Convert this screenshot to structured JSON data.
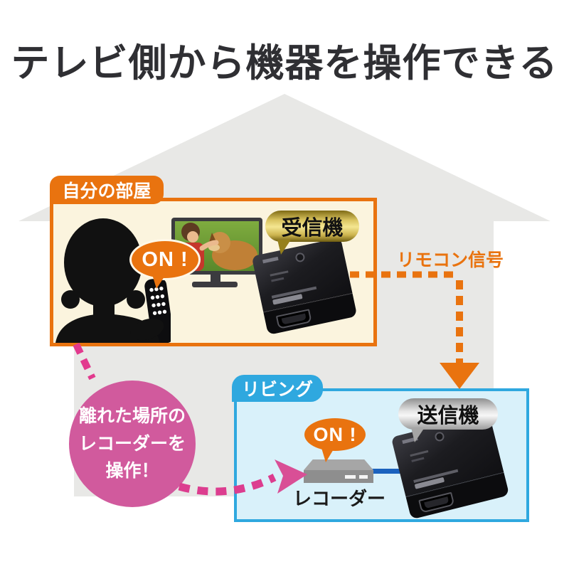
{
  "title": "テレビ側から機器を操作できる",
  "signal": {
    "label": "リモコン信号"
  },
  "room_my": {
    "tab": "自分の部屋",
    "on_bubble": "ON !",
    "receiver_label": "受信機"
  },
  "room_living": {
    "tab": "リビング",
    "on_bubble": "ON !",
    "transmitter_label": "送信機",
    "recorder_label": "レコーダー"
  },
  "callout": {
    "line1": "離れた場所の",
    "line2": "レコーダーを",
    "line3": "操作！"
  },
  "colors": {
    "accent_orange": "#E9730F",
    "room_cream": "#FBF4DE",
    "sky_blue": "#2FA8DF",
    "light_blue": "#D9F1FA",
    "pink_circle": "#D15A9D",
    "pink_arrow": "#E23A8E",
    "cable_blue": "#1B62BE",
    "house_gray": "#E8E8E6",
    "gold_bubble": "#E3CC6A",
    "silver_bubble": "#D9D9D9",
    "device_black": "#141416",
    "title_ink": "#2F2F33"
  }
}
